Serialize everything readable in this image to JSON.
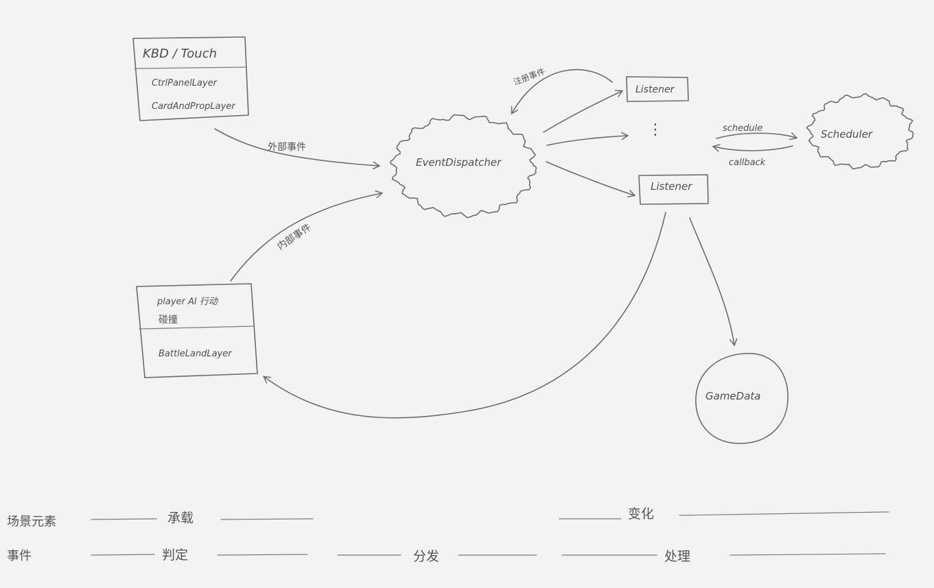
{
  "nodes": {
    "input_box": {
      "title": "KBD / Touch",
      "line1": "CtrlPanelLayer",
      "line2": "CardAndPropLayer"
    },
    "battle_box": {
      "line1": "player AI 行动",
      "line2": "碰撞",
      "line3": "BattleLandLayer"
    },
    "event_dispatcher": "EventDispatcher",
    "listener_top": "Listener",
    "listener_bottom": "Listener",
    "listener_ellipsis": "⋮",
    "scheduler": "Scheduler",
    "game_data": "GameData"
  },
  "edges": {
    "external_event": "外部事件",
    "internal_event": "内部事件",
    "register_event": "注册事件",
    "schedule": "schedule",
    "callback": "callback"
  },
  "legend": {
    "row1": {
      "label": "场景元素",
      "carry": "承载",
      "change": "变化"
    },
    "row2": {
      "label": "事件",
      "judge": "判定",
      "dispatch": "分发",
      "handle": "处理"
    }
  }
}
